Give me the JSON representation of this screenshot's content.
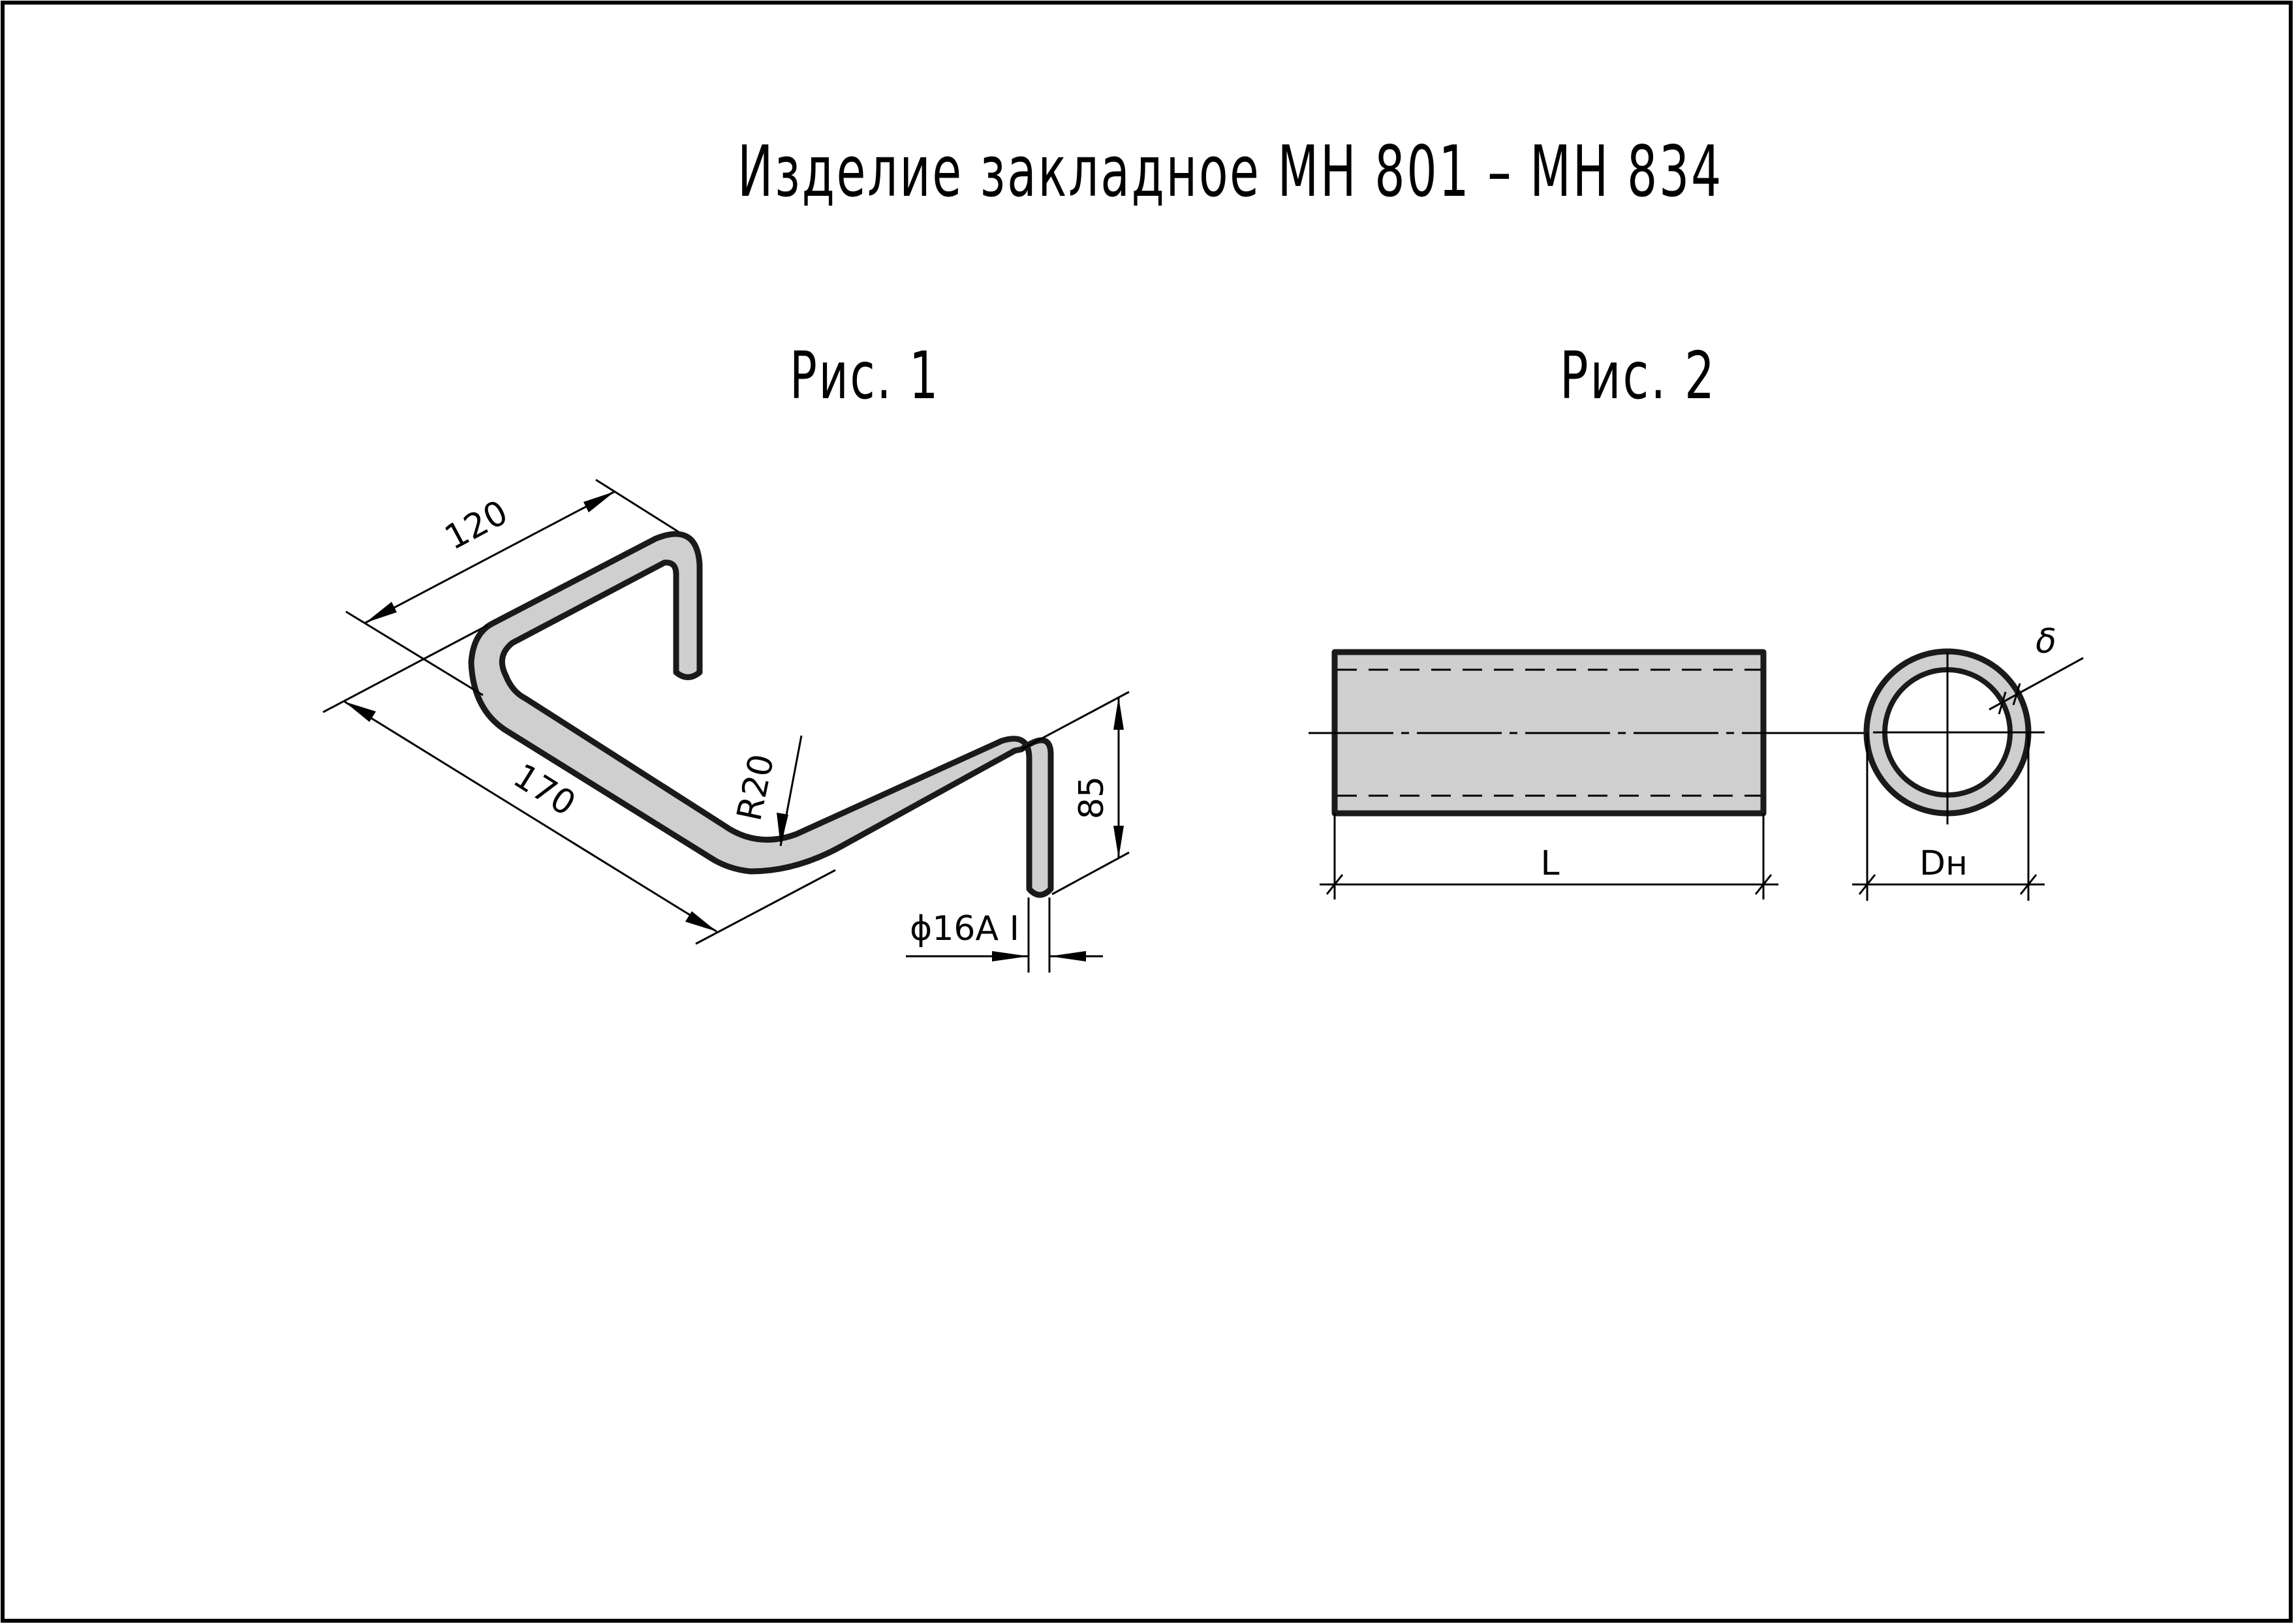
{
  "sheet": {
    "title": "Изделие закладное МН 801 – МН 834",
    "frame_color": "#000000",
    "fill_color": "#cfcfcf"
  },
  "figures": [
    {
      "label": "Рис. 1",
      "part": "bent-rod",
      "dimensions": {
        "top_arm_length": "120",
        "bottom_arm_length": "170",
        "bend_radius": "R20",
        "hook_height": "85",
        "rod_diameter": "ϕ16A I"
      }
    },
    {
      "label": "Рис. 2",
      "part": "pipe",
      "dimensions": {
        "length": "L",
        "outer_diameter": "Dн",
        "wall_thickness": "δ"
      }
    }
  ]
}
